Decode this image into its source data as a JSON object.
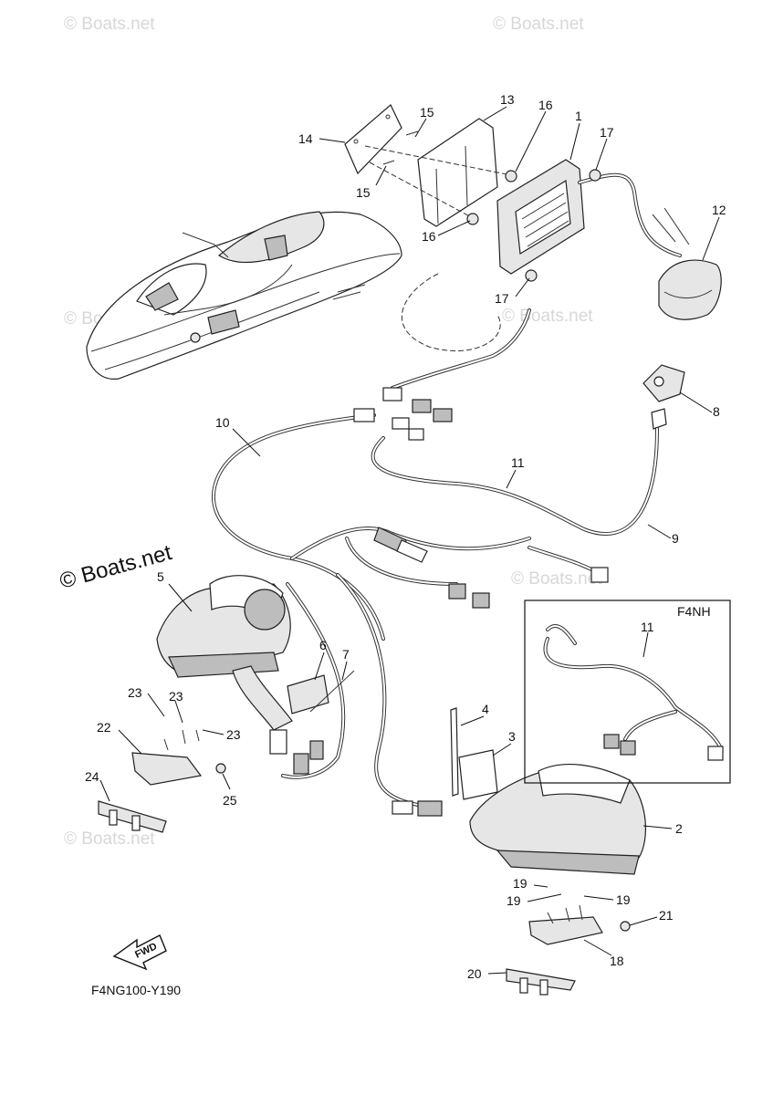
{
  "diagram_code": "F4NG100-Y190",
  "variant_box_label": "F4NH",
  "fwd_label": "FWD",
  "watermark": {
    "main": "© Boats.net",
    "faded": "© Boats.net",
    "faded_suffix": "Boats.net"
  },
  "callouts": [
    "1",
    "2",
    "3",
    "4",
    "5",
    "6",
    "7",
    "8",
    "9",
    "10",
    "11",
    "11",
    "12",
    "13",
    "14",
    "15",
    "15",
    "16",
    "16",
    "17",
    "17",
    "18",
    "19",
    "19",
    "19",
    "20",
    "21",
    "22",
    "23",
    "23",
    "23",
    "24",
    "25"
  ]
}
